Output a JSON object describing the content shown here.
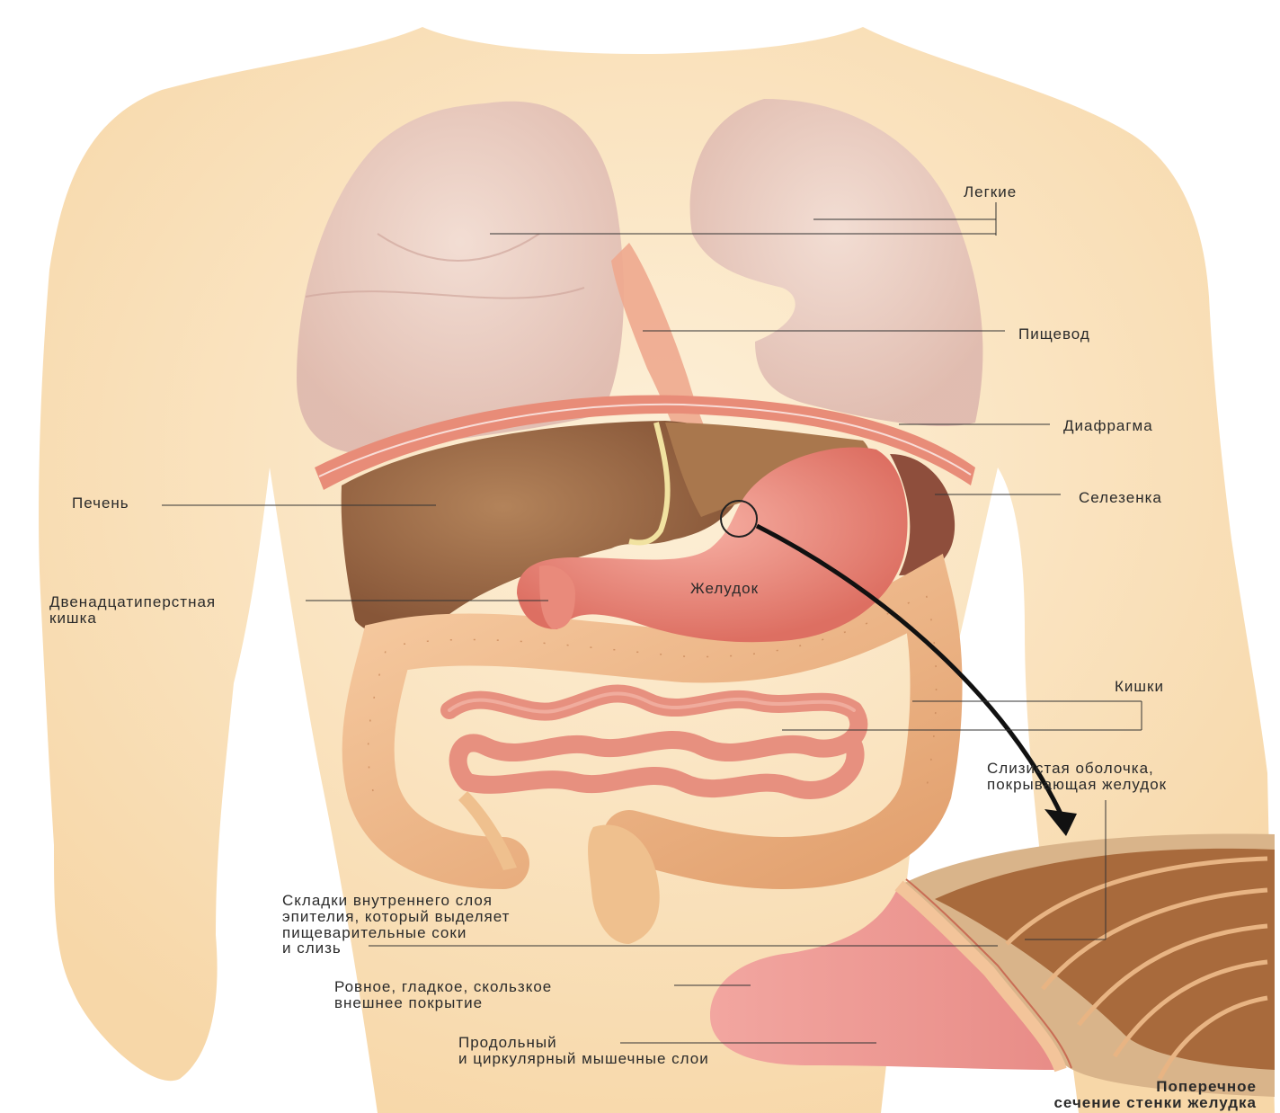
{
  "labels": {
    "lungs": "Легкие",
    "esophagus": "Пищевод",
    "diaphragm": "Диафрагма",
    "spleen": "Селезенка",
    "liver": "Печень",
    "duodenum_1": "Двенадцатиперстная",
    "duodenum_2": "кишка",
    "stomach": "Желудок",
    "intestines": "Кишки",
    "mucosa_1": "Слизистая оболочка,",
    "mucosa_2": "покрывающая желудок",
    "folds_1": "Складки внутреннего слоя",
    "folds_2": "эпителия, который выделяет",
    "folds_3": "пищеварительные соки",
    "folds_4": "и слизь",
    "serosa_1": "Ровное, гладкое, скользкое",
    "serosa_2": "внешнее покрытие",
    "muscle_1": "Продольный",
    "muscle_2": "и циркулярный мышечные слои",
    "section_1": "Поперечное",
    "section_2": "сечение стенки желудка"
  },
  "colors": {
    "skin": "#fbe3bd",
    "lung": "#e9c9c0",
    "liver": "#9c6b45",
    "stomach": "#ec8a7c",
    "intestine": "#f0b485",
    "small_intestine": "#e7907f",
    "spleen": "#8e4e3c",
    "leader_line": "#333333"
  }
}
